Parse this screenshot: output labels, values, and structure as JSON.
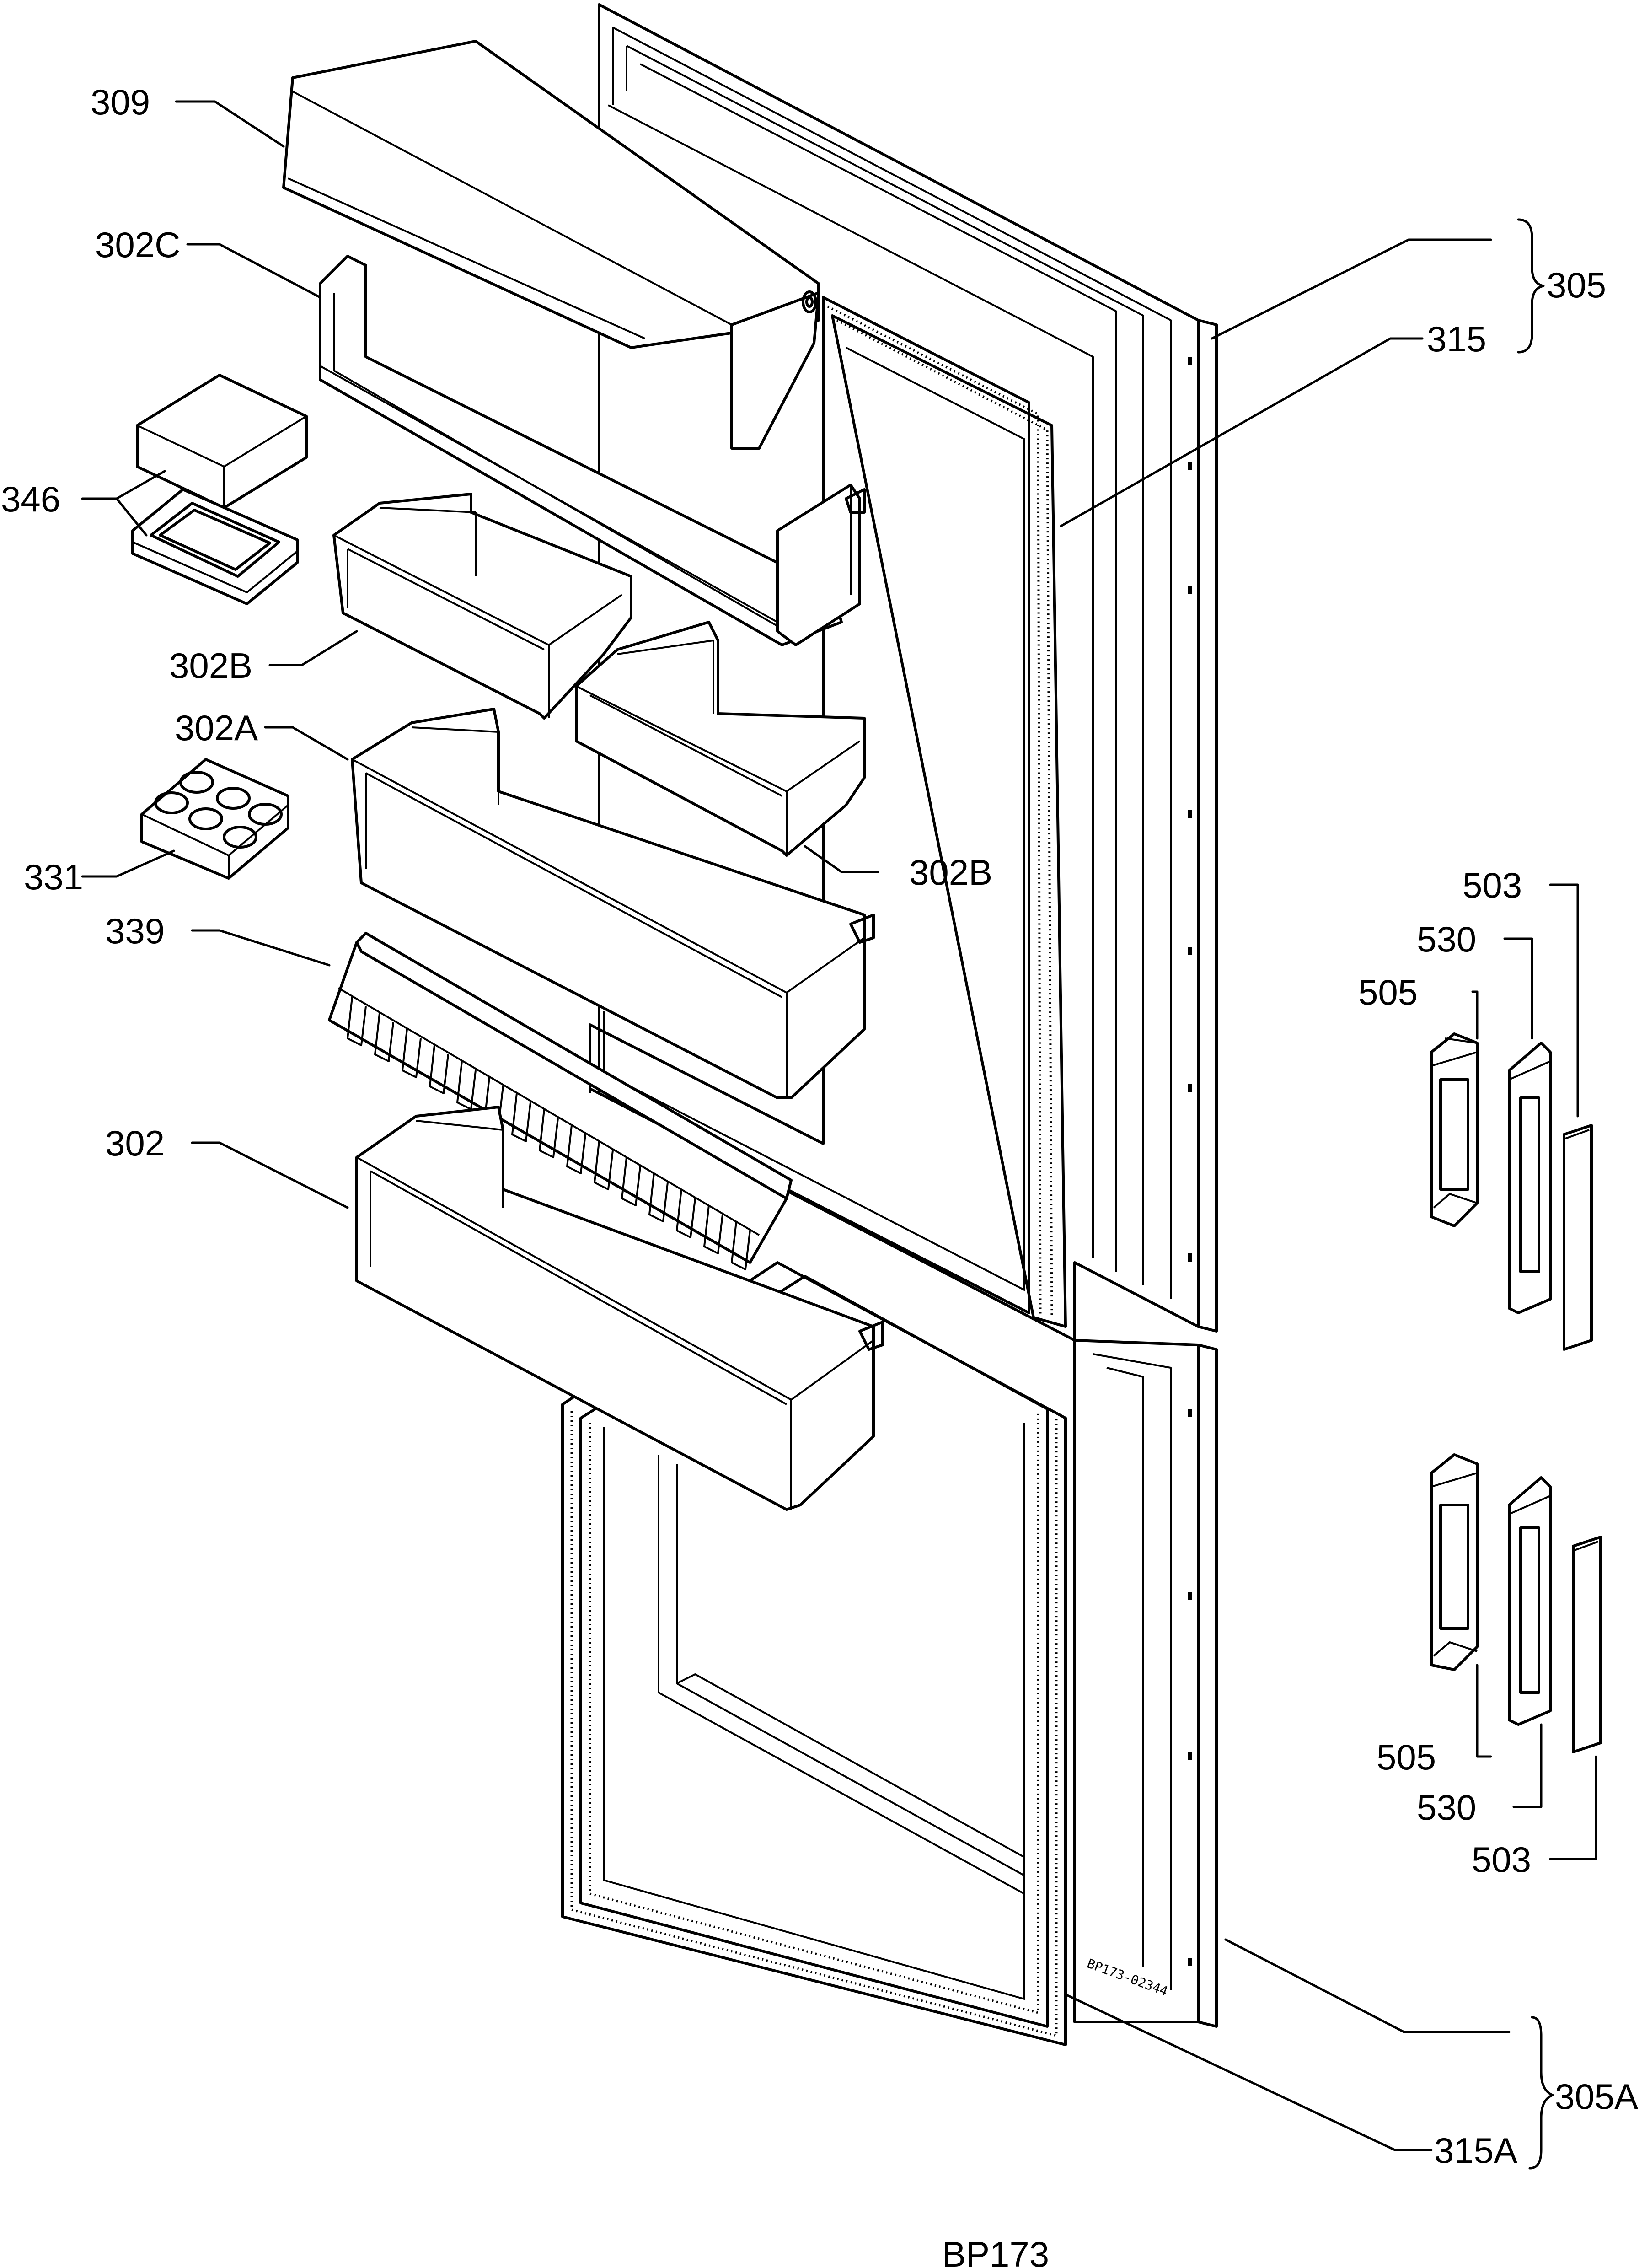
{
  "diagram": {
    "labels": {
      "l309": "309",
      "l302c": "302C",
      "l346": "346",
      "l302b_left": "302B",
      "l302a": "302A",
      "l331": "331",
      "l302b_right": "302B",
      "l339": "339",
      "l302": "302",
      "l305": "305",
      "l315": "315",
      "l503_top": "503",
      "l530_top": "530",
      "l505_top": "505",
      "l505_bottom": "505",
      "l530_bottom": "530",
      "l503_bottom": "503",
      "l305a": "305A",
      "l315a": "315A",
      "drawing_code": "BP173-02344",
      "footer_code": "BP173"
    }
  }
}
